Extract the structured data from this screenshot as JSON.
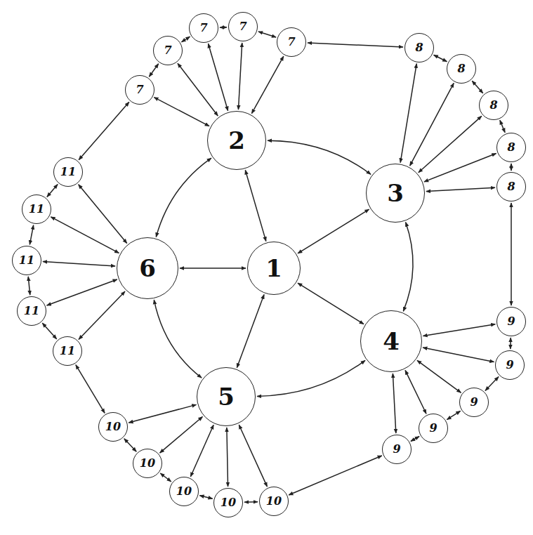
{
  "diagram": {
    "nodes": [
      {
        "text": [
          "1"
        ]
      },
      {
        "text": [
          "2"
        ]
      },
      {
        "text": [
          "3"
        ]
      },
      {
        "text": [
          "4"
        ]
      },
      {
        "text": [
          "5"
        ]
      },
      {
        "text": [
          "6"
        ]
      },
      {
        "text": [
          "7"
        ]
      },
      {
        "text": [
          "7"
        ]
      },
      {
        "text": [
          "7"
        ]
      },
      {
        "text": [
          "7"
        ]
      },
      {
        "text": [
          "7"
        ]
      },
      {
        "text": [
          "8"
        ]
      },
      {
        "text": [
          "8"
        ]
      },
      {
        "text": [
          "8"
        ]
      },
      {
        "text": [
          "8"
        ]
      },
      {
        "text": [
          "8"
        ]
      },
      {
        "text": [
          "9"
        ]
      },
      {
        "text": [
          "9"
        ]
      },
      {
        "text": [
          "9"
        ]
      },
      {
        "text": [
          "9"
        ]
      },
      {
        "text": [
          "9"
        ]
      },
      {
        "text": [
          "10"
        ]
      },
      {
        "text": [
          "10"
        ]
      },
      {
        "text": [
          "10"
        ]
      },
      {
        "text": [
          "10"
        ]
      },
      {
        "text": [
          "10"
        ]
      },
      {
        "text": [
          "11"
        ]
      },
      {
        "text": [
          "11"
        ]
      },
      {
        "text": [
          "11"
        ]
      },
      {
        "text": [
          "11"
        ]
      },
      {
        "text": [
          "11"
        ]
      }
    ],
    "edges": [
      {
        "from": 0,
        "to": 1,
        "arrow": "both"
      },
      {
        "from": 0,
        "to": 2,
        "arrow": "both"
      },
      {
        "from": 0,
        "to": 3,
        "arrow": "both"
      },
      {
        "from": 0,
        "to": 4,
        "arrow": "both"
      },
      {
        "from": 0,
        "to": 5,
        "arrow": "both"
      },
      {
        "from": 1,
        "to": 2,
        "arrow": "both"
      },
      {
        "from": 2,
        "to": 3,
        "arrow": "both"
      },
      {
        "from": 3,
        "to": 4,
        "arrow": "both"
      },
      {
        "from": 4,
        "to": 5,
        "arrow": "both"
      },
      {
        "from": 5,
        "to": 1,
        "arrow": "both"
      },
      {
        "from": 1,
        "to": 6,
        "arrow": "both"
      },
      {
        "from": 1,
        "to": 7,
        "arrow": "both"
      },
      {
        "from": 1,
        "to": 8,
        "arrow": "both"
      },
      {
        "from": 1,
        "to": 9,
        "arrow": "both"
      },
      {
        "from": 1,
        "to": 10,
        "arrow": "both"
      },
      {
        "from": 2,
        "to": 11,
        "arrow": "both"
      },
      {
        "from": 2,
        "to": 12,
        "arrow": "both"
      },
      {
        "from": 2,
        "to": 13,
        "arrow": "both"
      },
      {
        "from": 2,
        "to": 14,
        "arrow": "both"
      },
      {
        "from": 2,
        "to": 15,
        "arrow": "both"
      },
      {
        "from": 3,
        "to": 16,
        "arrow": "both"
      },
      {
        "from": 3,
        "to": 17,
        "arrow": "both"
      },
      {
        "from": 3,
        "to": 18,
        "arrow": "both"
      },
      {
        "from": 3,
        "to": 19,
        "arrow": "both"
      },
      {
        "from": 3,
        "to": 20,
        "arrow": "both"
      },
      {
        "from": 4,
        "to": 21,
        "arrow": "both"
      },
      {
        "from": 4,
        "to": 22,
        "arrow": "both"
      },
      {
        "from": 4,
        "to": 23,
        "arrow": "both"
      },
      {
        "from": 4,
        "to": 24,
        "arrow": "both"
      },
      {
        "from": 4,
        "to": 25,
        "arrow": "both"
      },
      {
        "from": 5,
        "to": 26,
        "arrow": "both"
      },
      {
        "from": 5,
        "to": 27,
        "arrow": "both"
      },
      {
        "from": 5,
        "to": 28,
        "arrow": "both"
      },
      {
        "from": 5,
        "to": 29,
        "arrow": "both"
      },
      {
        "from": 5,
        "to": 30,
        "arrow": "both"
      },
      {
        "from": 6,
        "to": 7,
        "arrow": "both"
      },
      {
        "from": 7,
        "to": 8,
        "arrow": "both"
      },
      {
        "from": 8,
        "to": 9,
        "arrow": "both"
      },
      {
        "from": 9,
        "to": 10,
        "arrow": "both"
      },
      {
        "from": 10,
        "to": 11,
        "arrow": "both"
      },
      {
        "from": 11,
        "to": 12,
        "arrow": "both"
      },
      {
        "from": 12,
        "to": 13,
        "arrow": "both"
      },
      {
        "from": 13,
        "to": 14,
        "arrow": "both"
      },
      {
        "from": 14,
        "to": 15,
        "arrow": "both"
      },
      {
        "from": 15,
        "to": 16,
        "arrow": "both"
      },
      {
        "from": 16,
        "to": 17,
        "arrow": "both"
      },
      {
        "from": 17,
        "to": 18,
        "arrow": "both"
      },
      {
        "from": 18,
        "to": 19,
        "arrow": "both"
      },
      {
        "from": 19,
        "to": 20,
        "arrow": "both"
      },
      {
        "from": 20,
        "to": 25,
        "arrow": "both"
      },
      {
        "from": 21,
        "to": 22,
        "arrow": "both"
      },
      {
        "from": 22,
        "to": 23,
        "arrow": "both"
      },
      {
        "from": 23,
        "to": 24,
        "arrow": "both"
      },
      {
        "from": 24,
        "to": 25,
        "arrow": "both"
      },
      {
        "from": 21,
        "to": 30,
        "arrow": "both"
      },
      {
        "from": 26,
        "to": 27,
        "arrow": "both"
      },
      {
        "from": 27,
        "to": 28,
        "arrow": "both"
      },
      {
        "from": 28,
        "to": 29,
        "arrow": "both"
      },
      {
        "from": 29,
        "to": 30,
        "arrow": "both"
      },
      {
        "from": 26,
        "to": 6,
        "arrow": "both"
      }
    ]
  }
}
